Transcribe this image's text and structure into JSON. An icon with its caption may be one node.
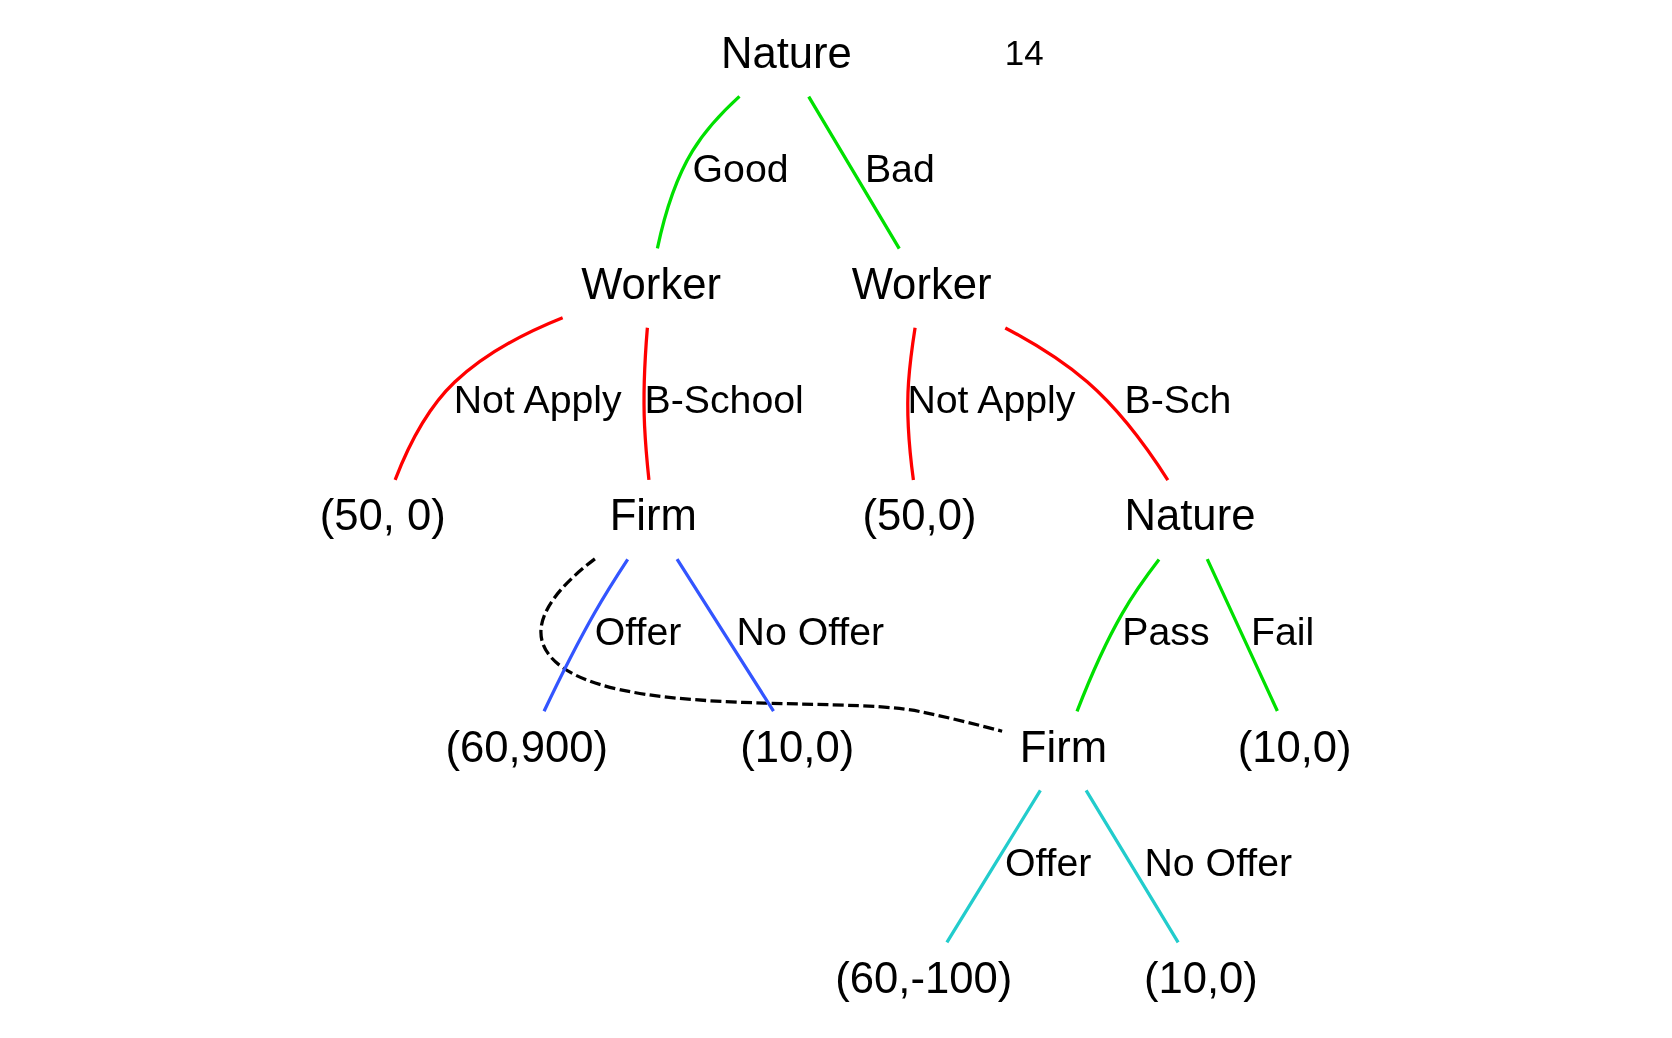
{
  "diagram": {
    "nodes": [
      {
        "text": [
          "Nature"
        ]
      },
      {
        "text": [
          "Worker"
        ]
      },
      {
        "text": [
          "Worker"
        ]
      },
      {
        "text": [
          "(50, 0)"
        ]
      },
      {
        "text": [
          "(50,0)"
        ]
      },
      {
        "text": [
          "Firm"
        ]
      },
      {
        "text": [
          "Nature"
        ]
      },
      {
        "text": [
          "(10,0)"
        ]
      },
      {
        "text": [
          "Firm"
        ]
      },
      {
        "text": [
          "(60,900)"
        ]
      },
      {
        "text": [
          "(10,0)"
        ]
      },
      {
        "text": [
          "(60,-100)"
        ]
      },
      {
        "text": [
          "(10,0)"
        ]
      }
    ],
    "edges": [
      {
        "from": 0,
        "to": 1,
        "arrow": "none",
        "label": "Good",
        "color": "#00e000"
      },
      {
        "from": 0,
        "to": 2,
        "arrow": "none",
        "label": "Bad",
        "color": "#00e000"
      },
      {
        "from": 1,
        "to": 3,
        "arrow": "none",
        "label": "Not Apply",
        "color": "#ff0000"
      },
      {
        "from": 1,
        "to": 5,
        "arrow": "none",
        "label": "B-School",
        "color": "#ff0000"
      },
      {
        "from": 2,
        "to": 4,
        "arrow": "none",
        "label": "Not Apply",
        "color": "#ff0000"
      },
      {
        "from": 2,
        "to": 6,
        "arrow": "none",
        "label": "B-Sch",
        "color": "#ff0000"
      },
      {
        "from": 6,
        "to": 7,
        "arrow": "none",
        "label": "Fail",
        "color": "#00e000"
      },
      {
        "from": 6,
        "to": 8,
        "arrow": "none",
        "label": "Pass",
        "color": "#00e000"
      },
      {
        "from": 5,
        "to": 8,
        "arrow": "none",
        "style": "dashed",
        "color": "#000000"
      },
      {
        "from": 5,
        "to": 9,
        "arrow": "none",
        "label": "Offer",
        "color": "#3355ff"
      },
      {
        "from": 5,
        "to": 10,
        "arrow": "none",
        "label": "No Offer",
        "color": "#3355ff"
      },
      {
        "from": 8,
        "to": 11,
        "arrow": "none",
        "label": "Offer",
        "color": "#22cccc"
      },
      {
        "from": 8,
        "to": 12,
        "arrow": "none",
        "label": "No Offer",
        "color": "#22cccc"
      }
    ],
    "labels": [
      "14"
    ]
  }
}
